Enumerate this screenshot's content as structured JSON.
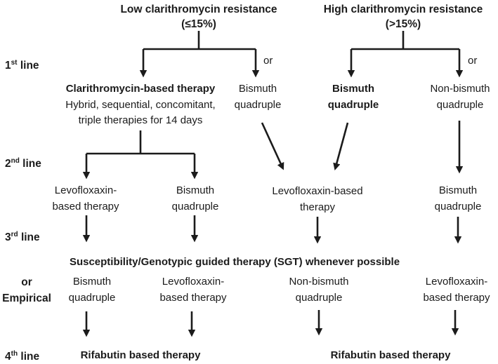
{
  "headers": {
    "low": {
      "title": "Low clarithromycin resistance",
      "subtitle": "(≤15%)"
    },
    "high": {
      "title": "High clarithromycin resistance",
      "subtitle": "(>15%)"
    }
  },
  "row_labels": {
    "first": {
      "num": "1",
      "sup": "st",
      "rest": "line"
    },
    "second": {
      "num": "2",
      "sup": "nd",
      "rest": "line"
    },
    "third": {
      "num": "3",
      "sup": "rd",
      "rest": "line"
    },
    "empirical": {
      "line1": "or",
      "line2": "Empirical"
    },
    "fourth": {
      "num": "4",
      "sup": "th",
      "rest": "line"
    }
  },
  "or_labels": {
    "low": "or",
    "high": "or"
  },
  "first_line": {
    "clarithromycin": {
      "line1": "Clarithromycin-based therapy",
      "line2": "Hybrid, sequential, concomitant,",
      "line3": "triple therapies for 14 days"
    },
    "bismuth": {
      "line1": "Bismuth",
      "line2": "quadruple"
    },
    "bismuth_bold": {
      "line1": "Bismuth",
      "line2": "quadruple"
    },
    "non_bismuth": {
      "line1": "Non-bismuth",
      "line2": "quadruple"
    }
  },
  "second_line": {
    "levofloxacin_left": {
      "line1": "Levofloxaxin-",
      "line2": "based therapy"
    },
    "bismuth_left": {
      "line1": "Bismuth",
      "line2": "quadruple"
    },
    "levofloxacin_mid": {
      "line1": "Levofloxaxin-based",
      "line2": "therapy"
    },
    "bismuth_right": {
      "line1": "Bismuth",
      "line2": "quadruple"
    }
  },
  "third_line": {
    "sgt": "Susceptibility/Genotypic guided therapy (SGT) whenever possible"
  },
  "empirical_line": {
    "bismuth": {
      "line1": "Bismuth",
      "line2": "quadruple"
    },
    "levofloxacin_left": {
      "line1": "Levofloxaxin-",
      "line2": "based therapy"
    },
    "non_bismuth": {
      "line1": "Non-bismuth",
      "line2": "quadruple"
    },
    "levofloxacin_right": {
      "line1": "Levofloxaxin-",
      "line2": "based therapy"
    }
  },
  "fourth_line": {
    "rifabutin_left": "Rifabutin based therapy",
    "rifabutin_right": "Rifabutin based therapy"
  },
  "colors": {
    "text": "#1b1b1b",
    "line": "#1b1b1b",
    "background": "#ffffff"
  }
}
